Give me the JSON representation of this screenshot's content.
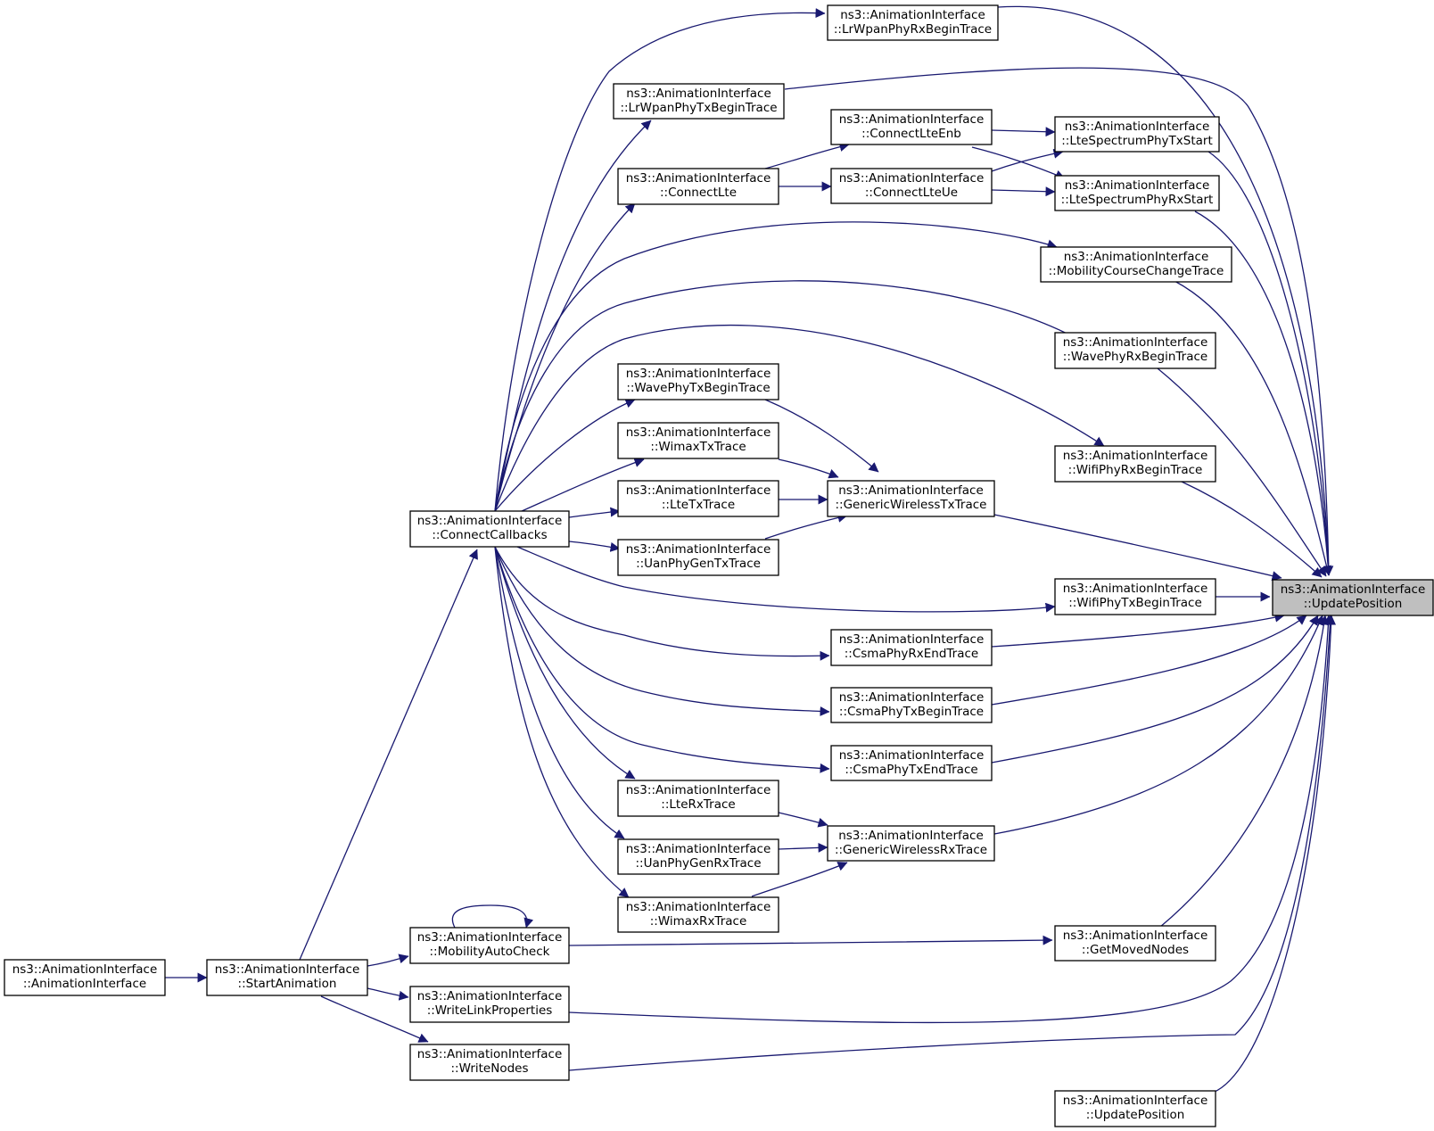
{
  "colors": {
    "edge": "#191970",
    "root_fill": "#bfbfbf",
    "node_fill": "#ffffff",
    "node_border": "#000000"
  },
  "nodes": [
    {
      "id": "n_root",
      "line1": "ns3::AnimationInterface",
      "line2": "::UpdatePosition"
    },
    {
      "id": "n_lrrx",
      "line1": "ns3::AnimationInterface",
      "line2": "::LrWpanPhyRxBeginTrace"
    },
    {
      "id": "n_lrtx",
      "line1": "ns3::AnimationInterface",
      "line2": "::LrWpanPhyTxBeginTrace"
    },
    {
      "id": "n_ltetxs",
      "line1": "ns3::AnimationInterface",
      "line2": "::LteSpectrumPhyTxStart"
    },
    {
      "id": "n_lterxs",
      "line1": "ns3::AnimationInterface",
      "line2": "::LteSpectrumPhyRxStart"
    },
    {
      "id": "n_mob",
      "line1": "ns3::AnimationInterface",
      "line2": "::MobilityCourseChangeTrace"
    },
    {
      "id": "n_waverx",
      "line1": "ns3::AnimationInterface",
      "line2": "::WavePhyRxBeginTrace"
    },
    {
      "id": "n_wifirx",
      "line1": "ns3::AnimationInterface",
      "line2": "::WifiPhyRxBeginTrace"
    },
    {
      "id": "n_wifitx",
      "line1": "ns3::AnimationInterface",
      "line2": "::WifiPhyTxBeginTrace"
    },
    {
      "id": "n_getmoved",
      "line1": "ns3::AnimationInterface",
      "line2": "::GetMovedNodes"
    },
    {
      "id": "n_up2",
      "line1": "ns3::AnimationInterface",
      "line2": "::UpdatePosition"
    },
    {
      "id": "n_enb",
      "line1": "ns3::AnimationInterface",
      "line2": "::ConnectLteEnb"
    },
    {
      "id": "n_ue",
      "line1": "ns3::AnimationInterface",
      "line2": "::ConnectLteUe"
    },
    {
      "id": "n_gtx",
      "line1": "ns3::AnimationInterface",
      "line2": "::GenericWirelessTxTrace"
    },
    {
      "id": "n_csmarx",
      "line1": "ns3::AnimationInterface",
      "line2": "::CsmaPhyRxEndTrace"
    },
    {
      "id": "n_csmatxb",
      "line1": "ns3::AnimationInterface",
      "line2": "::CsmaPhyTxBeginTrace"
    },
    {
      "id": "n_csmatxe",
      "line1": "ns3::AnimationInterface",
      "line2": "::CsmaPhyTxEndTrace"
    },
    {
      "id": "n_grx",
      "line1": "ns3::AnimationInterface",
      "line2": "::GenericWirelessRxTrace"
    },
    {
      "id": "n_clte",
      "line1": "ns3::AnimationInterface",
      "line2": "::ConnectLte"
    },
    {
      "id": "n_wavetx",
      "line1": "ns3::AnimationInterface",
      "line2": "::WavePhyTxBeginTrace"
    },
    {
      "id": "n_wimaxtx",
      "line1": "ns3::AnimationInterface",
      "line2": "::WimaxTxTrace"
    },
    {
      "id": "n_ltetx",
      "line1": "ns3::AnimationInterface",
      "line2": "::LteTxTrace"
    },
    {
      "id": "n_uantx",
      "line1": "ns3::AnimationInterface",
      "line2": "::UanPhyGenTxTrace"
    },
    {
      "id": "n_lterx",
      "line1": "ns3::AnimationInterface",
      "line2": "::LteRxTrace"
    },
    {
      "id": "n_uanrx",
      "line1": "ns3::AnimationInterface",
      "line2": "::UanPhyGenRxTrace"
    },
    {
      "id": "n_wimaxrx",
      "line1": "ns3::AnimationInterface",
      "line2": "::WimaxRxTrace"
    },
    {
      "id": "n_cb",
      "line1": "ns3::AnimationInterface",
      "line2": "::ConnectCallbacks"
    },
    {
      "id": "n_mac",
      "line1": "ns3::AnimationInterface",
      "line2": "::MobilityAutoCheck"
    },
    {
      "id": "n_wlp",
      "line1": "ns3::AnimationInterface",
      "line2": "::WriteLinkProperties"
    },
    {
      "id": "n_wn",
      "line1": "ns3::AnimationInterface",
      "line2": "::WriteNodes"
    },
    {
      "id": "n_start",
      "line1": "ns3::AnimationInterface",
      "line2": "::StartAnimation"
    },
    {
      "id": "n_ctor",
      "line1": "ns3::AnimationInterface",
      "line2": "::AnimationInterface"
    }
  ]
}
